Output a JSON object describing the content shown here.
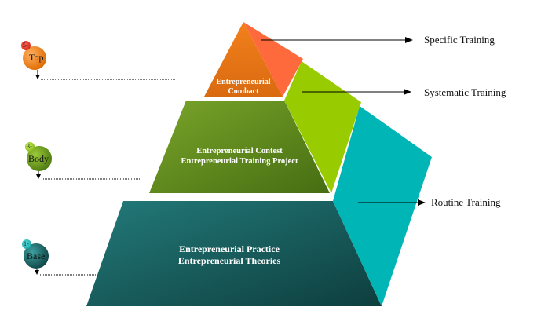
{
  "tiers": {
    "top": {
      "line1": "Entrepreneurial",
      "line2": "Combact"
    },
    "middle": {
      "line1": "Entrepreneurial Contest",
      "line2": "Entrepreneurial Training Project"
    },
    "base": {
      "line1": "Entrepreneurial Practice",
      "line2": "Entrepreneurial Theories"
    }
  },
  "right_labels": {
    "specific": "Specific Training",
    "systematic": "Systematic Training",
    "routine": "Routine Training"
  },
  "levels": {
    "top": {
      "number": "5-",
      "label": "Top"
    },
    "body": {
      "number": "3-",
      "label": "Body"
    },
    "base": {
      "number": "1-",
      "label": "Base"
    }
  },
  "colors": {
    "top_front": "#E8731A",
    "top_side": "#FF6A3C",
    "middle_front": "#5E8A1E",
    "middle_side": "#99CC00",
    "base_front": "#1F6E6E",
    "base_side": "#00B5B5",
    "circle_top": "#F07D0A",
    "circle_body": "#6B9B1E",
    "circle_base": "#1E6B6B"
  }
}
